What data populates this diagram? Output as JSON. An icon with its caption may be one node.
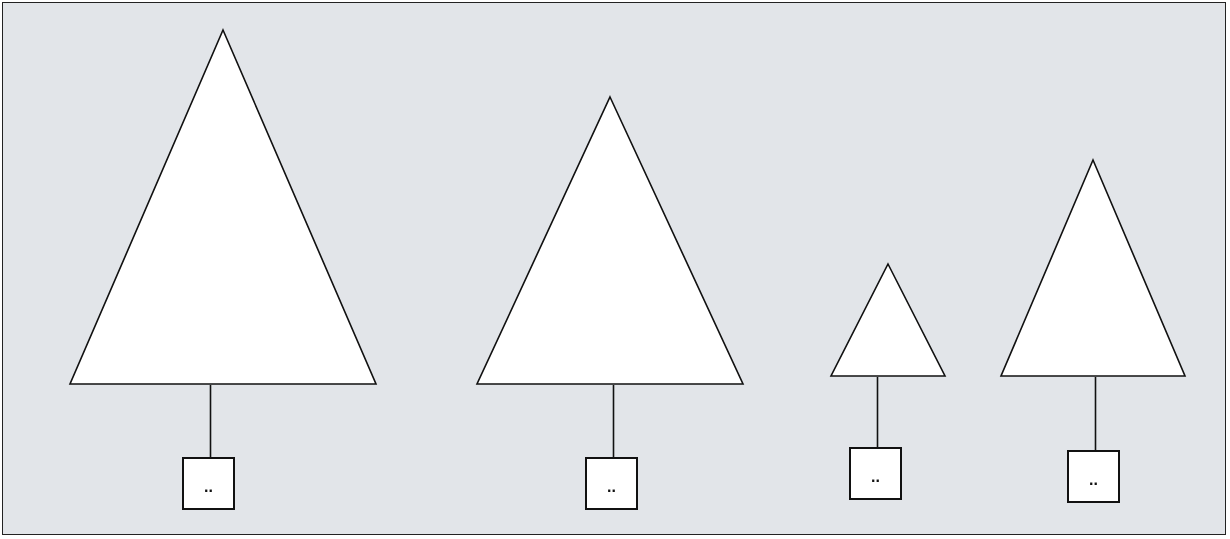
{
  "diagram": {
    "nodes": [
      {
        "text": [],
        "shape": "triangle"
      },
      {
        "text": [
          ".."
        ]
      },
      {
        "text": [],
        "shape": "triangle"
      },
      {
        "text": [
          ".."
        ]
      },
      {
        "text": [],
        "shape": "triangle"
      },
      {
        "text": [
          ".."
        ]
      },
      {
        "text": [],
        "shape": "triangle"
      },
      {
        "text": [
          ".."
        ]
      }
    ],
    "edges": [
      {
        "from": 0,
        "to": 1,
        "arrow": "none"
      },
      {
        "from": 2,
        "to": 3,
        "arrow": "none"
      },
      {
        "from": 4,
        "to": 5,
        "arrow": "none"
      },
      {
        "from": 6,
        "to": 7,
        "arrow": "none"
      }
    ]
  }
}
